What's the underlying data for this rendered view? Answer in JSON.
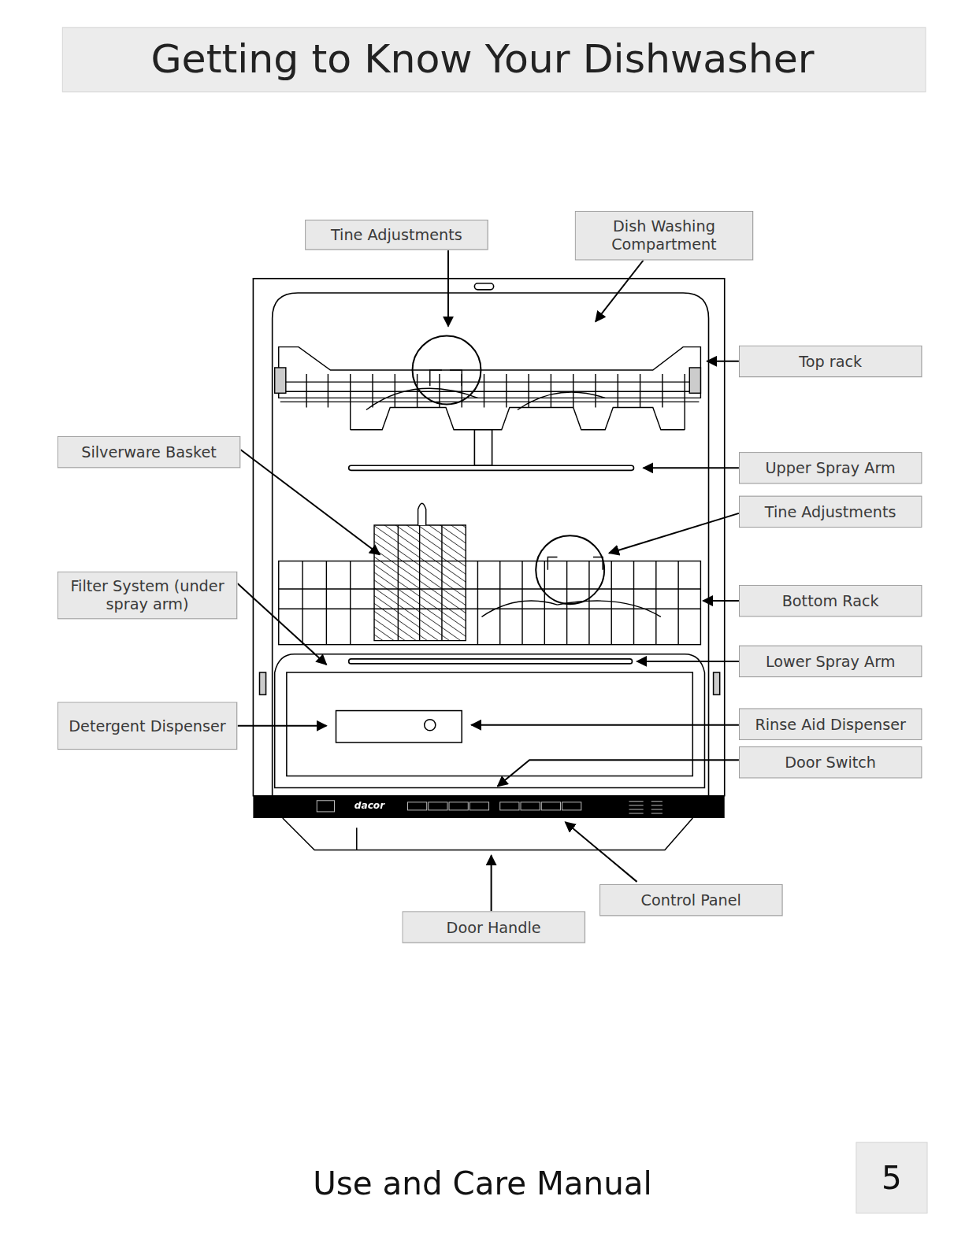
{
  "diagram": {
    "title": "Getting to Know Your Dishwasher",
    "nodes": [
      {
        "text": [
          "Tine Adjustments"
        ]
      },
      {
        "text": [
          "Dish Washing Compartment"
        ]
      },
      {
        "text": [
          "Top rack"
        ]
      },
      {
        "text": [
          "Silverware Basket"
        ]
      },
      {
        "text": [
          "Upper Spray Arm"
        ]
      },
      {
        "text": [
          "Tine Adjustments"
        ]
      },
      {
        "text": [
          "Filter System (under spray arm)"
        ]
      },
      {
        "text": [
          "Bottom Rack"
        ]
      },
      {
        "text": [
          "Lower Spray Arm"
        ]
      },
      {
        "text": [
          "Detergent Dispenser"
        ]
      },
      {
        "text": [
          "Rinse Aid Dispenser"
        ]
      },
      {
        "text": [
          "Door Switch"
        ]
      },
      {
        "text": [
          "Control Panel"
        ]
      },
      {
        "text": [
          "Door Handle"
        ]
      }
    ],
    "labels": [
      "dacor",
      "Use and Care Manual",
      "5"
    ]
  }
}
